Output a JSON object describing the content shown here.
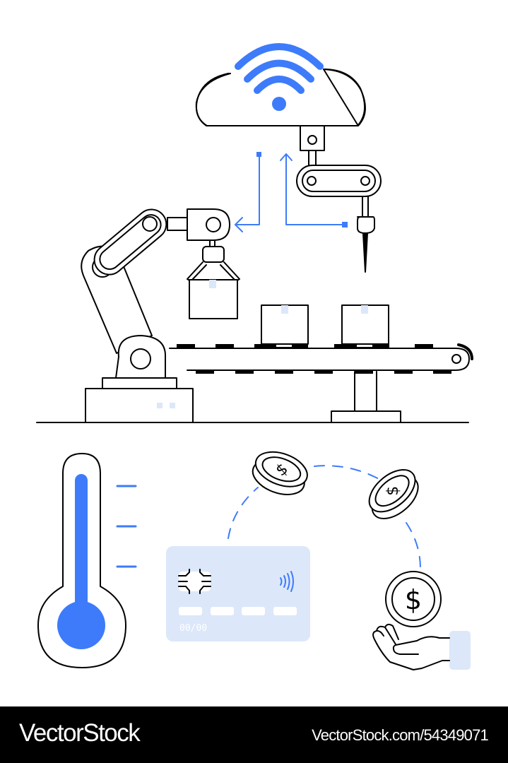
{
  "illustration": {
    "theme": "Smart factory automation with IoT cloud, temperature monitoring and payments",
    "colors": {
      "accent_blue": "#3D7BFA",
      "light_blue": "#DCE7FA",
      "stroke": "#000000",
      "background": "#FFFFFF"
    },
    "cloud": {
      "icon": "wifi-cloud-icon"
    },
    "robot_arms": [
      {
        "name": "gripper-robot-arm",
        "holding": "box"
      },
      {
        "name": "needle-robot-arm",
        "tool": "needle"
      }
    ],
    "conveyor": {
      "boxes": 2
    },
    "thermometer": {
      "ticks": 3
    },
    "credit_card": {
      "expiry": "00/00",
      "number_groups": 4,
      "contactless_icon": "contactless-icon",
      "chip_icon": "chip-icon"
    },
    "coins": {
      "count": 3,
      "symbol": "$"
    },
    "hand": {
      "icon": "open-hand-icon"
    }
  },
  "footer": {
    "brand": "VectorStock",
    "url": "VectorStock.com/54349071"
  }
}
